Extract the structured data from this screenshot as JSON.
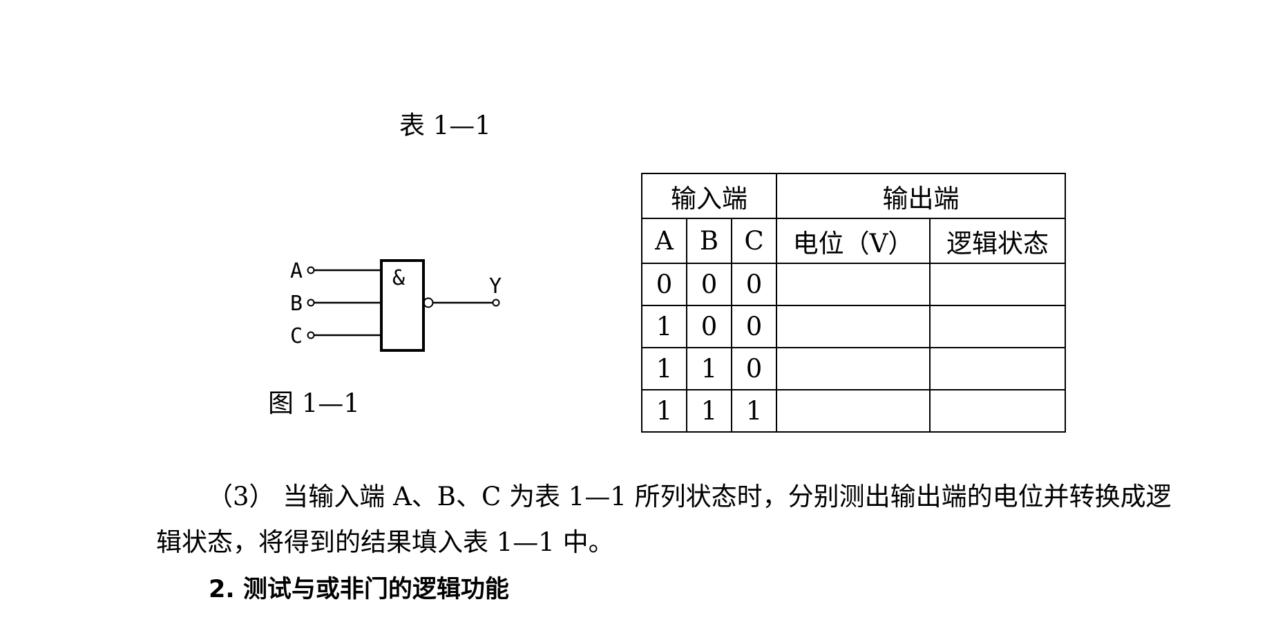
{
  "table_caption": "表 1—1",
  "figure_caption": "图 1—1",
  "gate": {
    "inputs": [
      "A",
      "B",
      "C"
    ],
    "output": "Y",
    "symbol": "&"
  },
  "truth_table": {
    "group_headers": [
      "输入端",
      "输出端"
    ],
    "columns": [
      "A",
      "B",
      "C",
      "电位（V）",
      "逻辑状态"
    ],
    "rows": [
      [
        "0",
        "0",
        "0",
        "",
        ""
      ],
      [
        "1",
        "0",
        "0",
        "",
        ""
      ],
      [
        "1",
        "1",
        "0",
        "",
        ""
      ],
      [
        "1",
        "1",
        "1",
        "",
        ""
      ]
    ]
  },
  "paragraph": {
    "line1": "（3） 当输入端 A、B、C 为表 1—1 所列状态时，分别测出输出端的电位并转换成逻",
    "line2": "辑状态，将得到的结果填入表 1—1 中。"
  },
  "section_heading": "2. 测试与或非门的逻辑功能"
}
